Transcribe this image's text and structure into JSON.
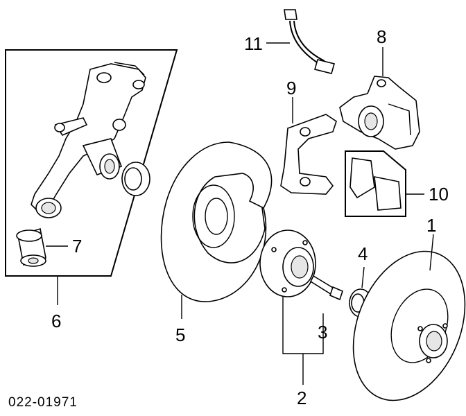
{
  "diagram": {
    "reference_code": "022-01971",
    "callouts": [
      {
        "id": "1",
        "label": "1"
      },
      {
        "id": "2",
        "label": "2"
      },
      {
        "id": "3",
        "label": "3"
      },
      {
        "id": "4",
        "label": "4"
      },
      {
        "id": "5",
        "label": "5"
      },
      {
        "id": "6",
        "label": "6"
      },
      {
        "id": "7",
        "label": "7"
      },
      {
        "id": "8",
        "label": "8"
      },
      {
        "id": "9",
        "label": "9"
      },
      {
        "id": "10",
        "label": "10"
      },
      {
        "id": "11",
        "label": "11"
      }
    ]
  }
}
